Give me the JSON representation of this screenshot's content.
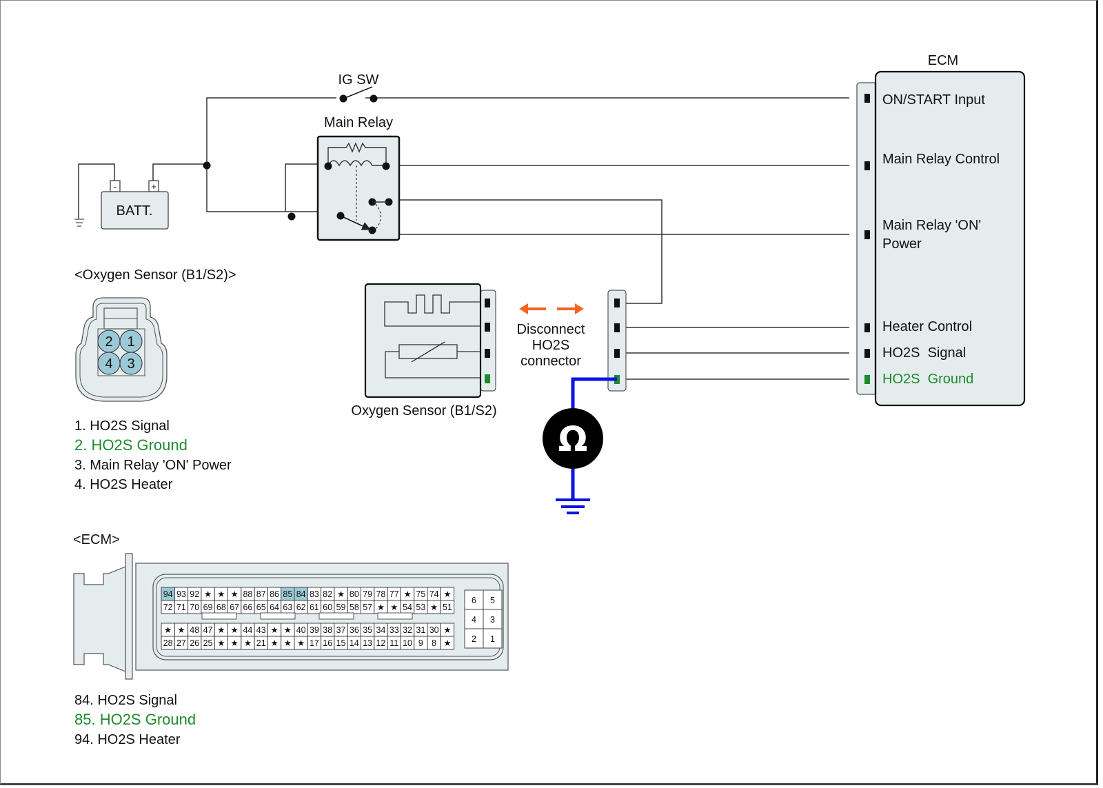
{
  "circuit": {
    "battery": {
      "label": "BATT.",
      "neg": "-",
      "pos": "+"
    },
    "ig_switch": {
      "label": "IG SW"
    },
    "main_relay": {
      "label": "Main Relay"
    },
    "ecm": {
      "title": "ECM",
      "pins": [
        {
          "label": "ON/START Input",
          "color": "#111111"
        },
        {
          "label": "Main Relay Control",
          "color": "#111111"
        },
        {
          "label_line1": "Main Relay 'ON'",
          "label_line2": "Power",
          "color": "#111111"
        },
        {
          "label": "Heater Control",
          "color": "#111111"
        },
        {
          "label": "HO2S  Signal",
          "color": "#111111"
        },
        {
          "label": "HO2S  Ground",
          "color": "#1e8a2e"
        }
      ]
    },
    "oxygen_sensor": {
      "label": "Oxygen Sensor (B1/S2)"
    },
    "disconnect_note": {
      "line1": "Disconnect",
      "line2": "HO2S",
      "line3": "connector",
      "arrow_color": "#f26522"
    },
    "ohmmeter": {
      "symbol": "Ω",
      "lead_color": "#0a14e0"
    }
  },
  "o2_connector": {
    "title": "<Oxygen Sensor (B1/S2)>",
    "pins": [
      "2",
      "1",
      "4",
      "3"
    ],
    "legend": [
      {
        "text": "1. HO2S Signal",
        "highlight": false
      },
      {
        "text": "2. HO2S Ground",
        "highlight": true
      },
      {
        "text": "3. Main Relay 'ON' Power",
        "highlight": false
      },
      {
        "text": "4. HO2S Heater",
        "highlight": false
      }
    ]
  },
  "ecm_connector": {
    "title": "<ECM>",
    "rows": [
      [
        "94",
        "93",
        "92",
        "★",
        "★",
        "★",
        "88",
        "87",
        "86",
        "85",
        "84",
        "83",
        "82",
        "★",
        "80",
        "79",
        "78",
        "77",
        "★",
        "75",
        "74",
        "★"
      ],
      [
        "72",
        "71",
        "70",
        "69",
        "68",
        "67",
        "66",
        "65",
        "64",
        "63",
        "62",
        "61",
        "60",
        "59",
        "58",
        "57",
        "★",
        "★",
        "54",
        "53",
        "★",
        "51"
      ],
      [
        "★",
        "★",
        "48",
        "47",
        "★",
        "★",
        "44",
        "43",
        "★",
        "★",
        "40",
        "39",
        "38",
        "37",
        "36",
        "35",
        "34",
        "33",
        "32",
        "31",
        "30",
        "★"
      ],
      [
        "28",
        "27",
        "26",
        "25",
        "★",
        "★",
        "★",
        "21",
        "★",
        "★",
        "★",
        "17",
        "16",
        "15",
        "14",
        "13",
        "12",
        "11",
        "10",
        "9",
        "8",
        "★"
      ]
    ],
    "highlighted_pins": [
      "94",
      "85",
      "84"
    ],
    "small_block": [
      [
        "6",
        "5"
      ],
      [
        "4",
        "3"
      ],
      [
        "2",
        "1"
      ]
    ],
    "legend": [
      {
        "text": "84. HO2S Signal",
        "highlight": false
      },
      {
        "text": "85. HO2S Ground",
        "highlight": true
      },
      {
        "text": "94. HO2S Heater",
        "highlight": false
      }
    ]
  },
  "colors": {
    "highlight_text": "#1e8a2e",
    "highlight_cell": "#9cc9d6",
    "body_fill": "#e4ecee",
    "wire": "#333333"
  }
}
